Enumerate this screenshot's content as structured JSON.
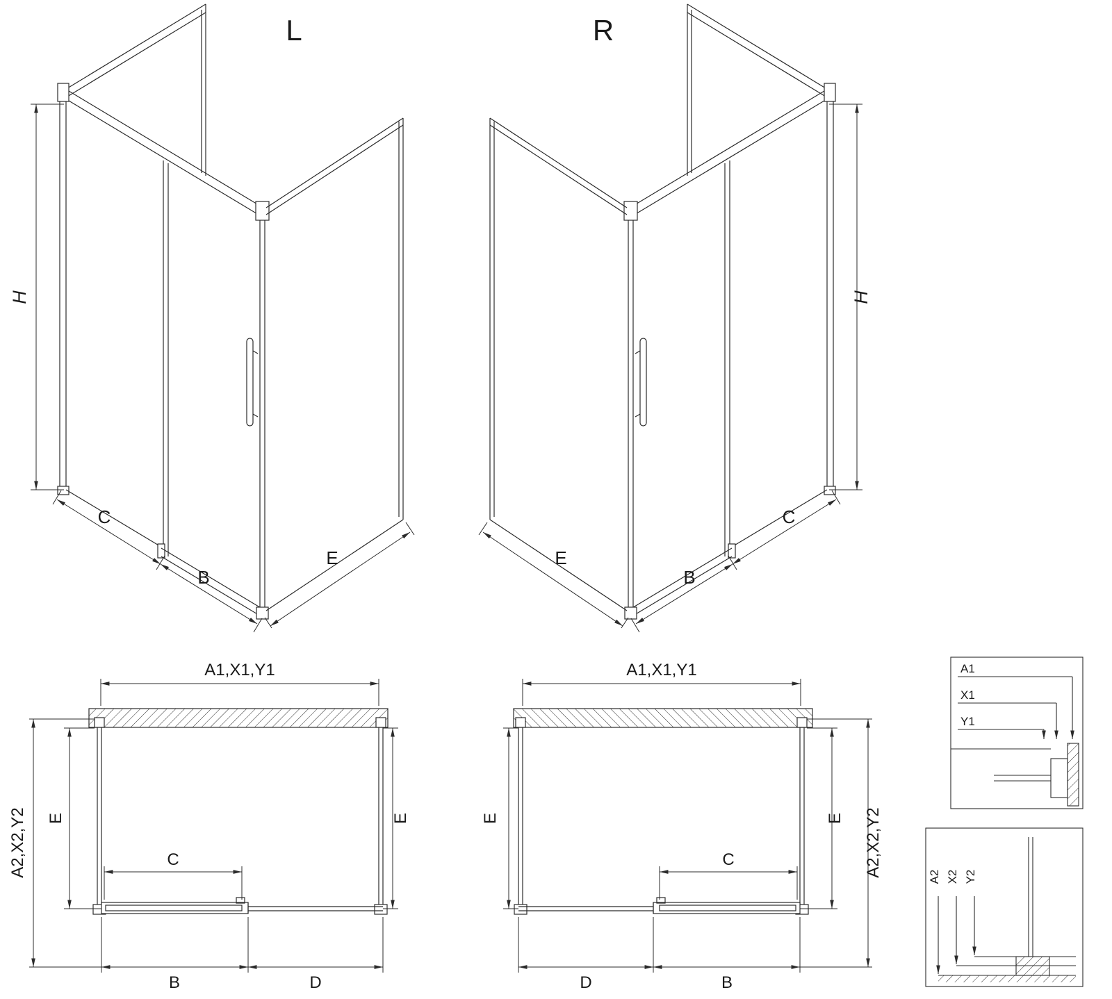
{
  "colors": {
    "line": "#2b2b2b",
    "text": "#1a1a1a",
    "background": "#ffffff"
  },
  "iso_left": {
    "title": "L",
    "dim_height": "H",
    "dim_door": "C",
    "dim_track": "B",
    "dim_side": "E"
  },
  "iso_right": {
    "title": "R",
    "dim_height": "H",
    "dim_door": "C",
    "dim_track": "B",
    "dim_side": "E"
  },
  "plan_left": {
    "dim_width": "A1,X1,Y1",
    "dim_depth": "A2,X2,Y2",
    "dim_left": "E",
    "dim_right": "E",
    "dim_door": "C",
    "dim_track": "B",
    "dim_fixed": "D"
  },
  "plan_right": {
    "dim_width": "A1,X1,Y1",
    "dim_depth": "A2,X2,Y2",
    "dim_left": "E",
    "dim_right": "E",
    "dim_door": "C",
    "dim_track": "B",
    "dim_fixed": "D"
  },
  "detail_top": {
    "labels": [
      "A1",
      "X1",
      "Y1"
    ]
  },
  "detail_bottom": {
    "labels": [
      "A2",
      "X2",
      "Y2"
    ]
  }
}
